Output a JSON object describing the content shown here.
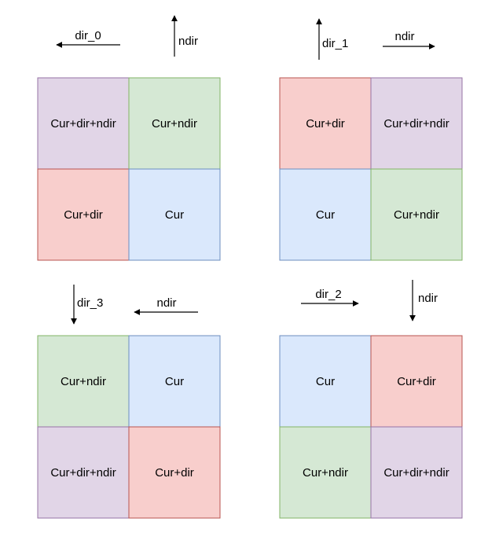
{
  "colors": {
    "purple": {
      "fill": "#e1d5e7",
      "stroke": "#9673a6"
    },
    "green": {
      "fill": "#d5e8d4",
      "stroke": "#82b366"
    },
    "red": {
      "fill": "#f8cecc",
      "stroke": "#b85450"
    },
    "blue": {
      "fill": "#dae8fc",
      "stroke": "#6c8ebf"
    }
  },
  "quadrants": [
    {
      "id": "q0",
      "arrows": [
        {
          "label": "dir_0",
          "direction": "left"
        },
        {
          "label": "ndir",
          "direction": "up"
        }
      ],
      "cells": [
        {
          "label": "Cur+dir+ndir",
          "color": "purple"
        },
        {
          "label": "Cur+ndir",
          "color": "green"
        },
        {
          "label": "Cur+dir",
          "color": "red"
        },
        {
          "label": "Cur",
          "color": "blue"
        }
      ]
    },
    {
      "id": "q1",
      "arrows": [
        {
          "label": "dir_1",
          "direction": "up"
        },
        {
          "label": "ndir",
          "direction": "right"
        }
      ],
      "cells": [
        {
          "label": "Cur+dir",
          "color": "red"
        },
        {
          "label": "Cur+dir+ndir",
          "color": "purple"
        },
        {
          "label": "Cur",
          "color": "blue"
        },
        {
          "label": "Cur+ndir",
          "color": "green"
        }
      ]
    },
    {
      "id": "q3",
      "arrows": [
        {
          "label": "dir_3",
          "direction": "down"
        },
        {
          "label": "ndir",
          "direction": "left"
        }
      ],
      "cells": [
        {
          "label": "Cur+ndir",
          "color": "green"
        },
        {
          "label": "Cur",
          "color": "blue"
        },
        {
          "label": "Cur+dir+ndir",
          "color": "purple"
        },
        {
          "label": "Cur+dir",
          "color": "red"
        }
      ]
    },
    {
      "id": "q2",
      "arrows": [
        {
          "label": "dir_2",
          "direction": "right"
        },
        {
          "label": "ndir",
          "direction": "down"
        }
      ],
      "cells": [
        {
          "label": "Cur",
          "color": "blue"
        },
        {
          "label": "Cur+dir",
          "color": "red"
        },
        {
          "label": "Cur+ndir",
          "color": "green"
        },
        {
          "label": "Cur+dir+ndir",
          "color": "purple"
        }
      ]
    }
  ]
}
